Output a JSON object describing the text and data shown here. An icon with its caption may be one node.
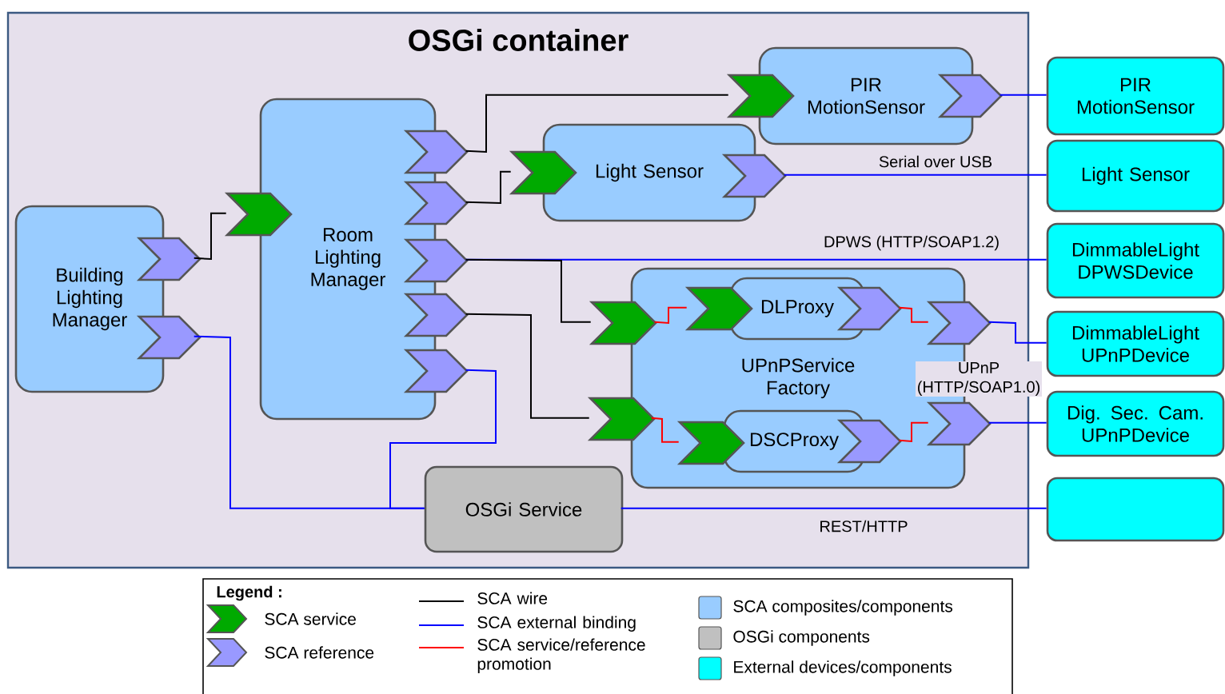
{
  "diagram": {
    "nodes": [
      {
        "text": [
          "OSGi container"
        ]
      },
      {
        "text": [
          "Building Lighting Manager"
        ],
        "in": 0
      },
      {
        "text": [
          "Room Lighting Manager"
        ],
        "in": 0
      },
      {
        "text": [
          "PIR MotionSensor"
        ],
        "in": 0
      },
      {
        "text": [
          "Light Sensor"
        ],
        "in": 0
      },
      {
        "text": [
          "UPnPService Factory"
        ],
        "in": 0
      },
      {
        "text": [
          "DLProxy"
        ],
        "in": 5
      },
      {
        "text": [
          "DSCProxy"
        ],
        "in": 5
      },
      {
        "text": [
          "OSGi Service"
        ],
        "in": 0
      },
      {
        "text": [
          "PIR MotionSensor"
        ]
      },
      {
        "text": [
          "Light Sensor"
        ]
      },
      {
        "text": [
          "DimmableLight DPWSDevice"
        ]
      },
      {
        "text": [
          "DimmableLight UPnPDevice"
        ]
      },
      {
        "text": [
          "Dig. Sec. Cam. UPnPDevice"
        ]
      },
      {
        "text": [],
        "shape": "box"
      }
    ],
    "edges": [
      {
        "from": 1,
        "to": 2,
        "arrow": "none",
        "color": "#000000"
      },
      {
        "from": 2,
        "to": 3,
        "arrow": "none",
        "color": "#000000"
      },
      {
        "from": 2,
        "to": 4,
        "arrow": "none",
        "color": "#000000"
      },
      {
        "from": 2,
        "to": 11,
        "arrow": "none",
        "label": "DPWS (HTTP/SOAP1.2)"
      },
      {
        "from": 2,
        "to": 5,
        "arrow": "none",
        "color": "#000000"
      },
      {
        "from": 2,
        "to": 5,
        "arrow": "none",
        "color": "#000000"
      },
      {
        "from": 2,
        "to": 8,
        "arrow": "none"
      },
      {
        "from": 1,
        "to": 8,
        "arrow": "none"
      },
      {
        "from": 3,
        "to": 9,
        "arrow": "none"
      },
      {
        "from": 4,
        "to": 10,
        "arrow": "none",
        "label": "Serial over USB"
      },
      {
        "from": 5,
        "to": 6,
        "arrow": "none",
        "color": "#ff0000"
      },
      {
        "from": 5,
        "to": 7,
        "arrow": "none",
        "color": "#ff0000"
      },
      {
        "from": 6,
        "to": 5,
        "arrow": "none",
        "color": "#ff0000"
      },
      {
        "from": 7,
        "to": 5,
        "arrow": "none",
        "color": "#ff0000"
      },
      {
        "from": 5,
        "to": 12,
        "arrow": "none"
      },
      {
        "from": 5,
        "to": 13,
        "arrow": "none"
      },
      {
        "from": 8,
        "to": 14,
        "arrow": "none",
        "label": "REST/HTTP"
      }
    ],
    "labels": [
      "UPnP (HTTP/SOAP1.0)",
      "Legend :"
    ],
    "legend": [
      {
        "text": "SCA service"
      },
      {
        "text": "SCA reference"
      },
      {
        "text": "SCA wire"
      },
      {
        "text": "SCA external binding"
      },
      {
        "text": "SCA service/reference promotion"
      },
      {
        "text": "SCA composites/components",
        "color": "#99ccff"
      },
      {
        "text": "OSGi components",
        "color": "#c0c0c0"
      },
      {
        "text": "External devices/components",
        "color": "#00ffff"
      }
    ]
  }
}
